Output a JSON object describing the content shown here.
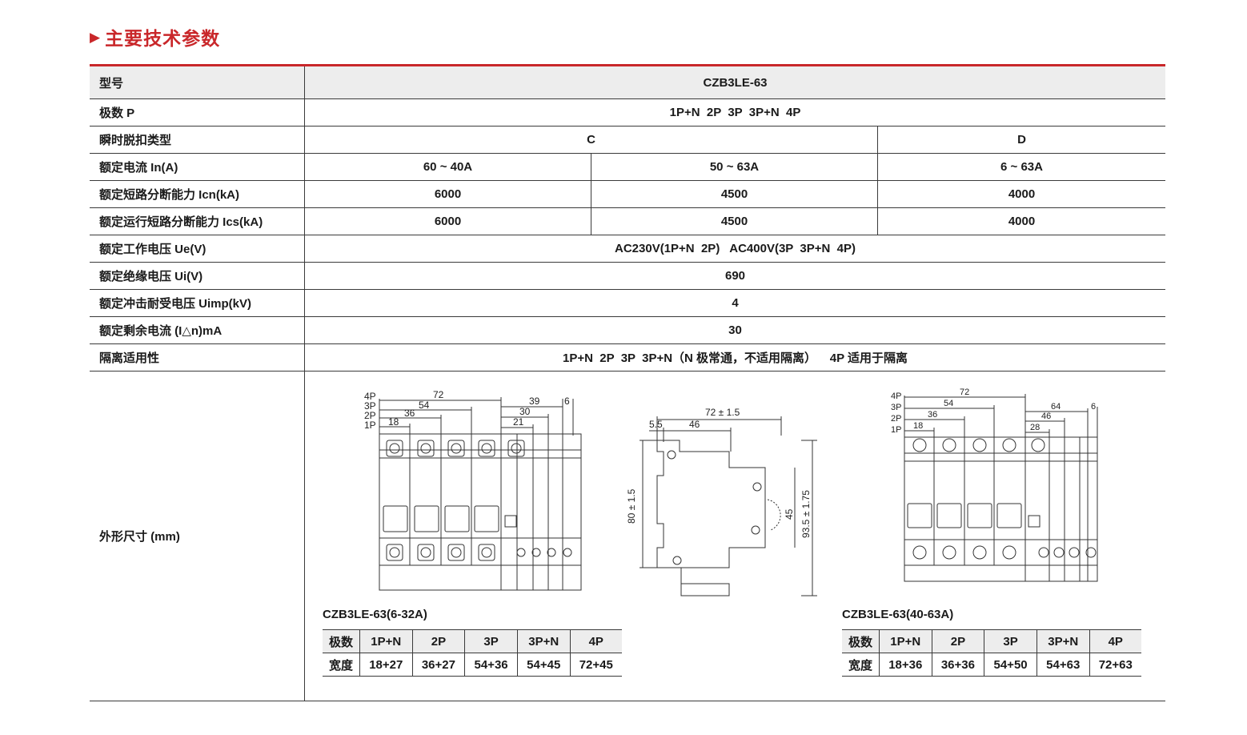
{
  "title": {
    "mark": "▶",
    "text": "主要技术参数"
  },
  "table": {
    "header": {
      "label": "型号",
      "value": "CZB3LE-63"
    },
    "poles": {
      "label": "极数 P",
      "value": "1P+N  2P  3P  3P+N  4P"
    },
    "trip_type": {
      "label": "瞬时脱扣类型",
      "c": "C",
      "d": "D"
    },
    "rated_current": {
      "label": "额定电流 In(A)",
      "values": [
        "60 ~ 40A",
        "50 ~ 63A",
        "6 ~ 63A"
      ]
    },
    "icn": {
      "label": "额定短路分断能力 Icn(kA)",
      "values": [
        "6000",
        "4500",
        "4000"
      ]
    },
    "ics": {
      "label": "额定运行短路分断能力 Ics(kA)",
      "values": [
        "6000",
        "4500",
        "4000"
      ]
    },
    "ue": {
      "label": "额定工作电压 Ue(V)",
      "value": "AC230V(1P+N  2P)   AC400V(3P  3P+N  4P)"
    },
    "ui": {
      "label": "额定绝缘电压 Ui(V)",
      "value": "690"
    },
    "uimp": {
      "label": "额定冲击耐受电压 Uimp(kV)",
      "value": "4"
    },
    "residual": {
      "label": "额定剩余电流 (I△n)mA",
      "value": "30"
    },
    "isolation": {
      "label": "隔离适用性",
      "value": "1P+N  2P  3P  3P+N（N 极常通，不适用隔离）    4P 适用于隔离"
    },
    "dimensions": {
      "label": "外形尺寸 (mm)"
    }
  },
  "drawings": {
    "left": {
      "pole_labels": [
        "4P",
        "3P",
        "2P",
        "1P"
      ],
      "dims_left": [
        "72",
        "54",
        "36",
        "18"
      ],
      "dims_right": [
        "39",
        "30",
        "21",
        "6"
      ],
      "caption": "CZB3LE-63(6-32A)",
      "width_table": {
        "head": [
          "极数",
          "1P+N",
          "2P",
          "3P",
          "3P+N",
          "4P"
        ],
        "row": [
          "宽度",
          "18+27",
          "36+27",
          "54+36",
          "54+45",
          "72+45"
        ]
      }
    },
    "side": {
      "dims": [
        "72 ± 1.5",
        "5.5",
        "46",
        "80 ± 1.5",
        "45",
        "93.5 ± 1.75"
      ]
    },
    "right": {
      "pole_labels": [
        "4P",
        "3P",
        "2P",
        "1P"
      ],
      "dims_left": [
        "72",
        "54",
        "36",
        "18"
      ],
      "dims_right": [
        "64",
        "46",
        "28",
        "6"
      ],
      "caption": "CZB3LE-63(40-63A)",
      "width_table": {
        "head": [
          "极数",
          "1P+N",
          "2P",
          "3P",
          "3P+N",
          "4P"
        ],
        "row": [
          "宽度",
          "18+36",
          "36+36",
          "54+50",
          "54+63",
          "72+63"
        ]
      }
    }
  }
}
